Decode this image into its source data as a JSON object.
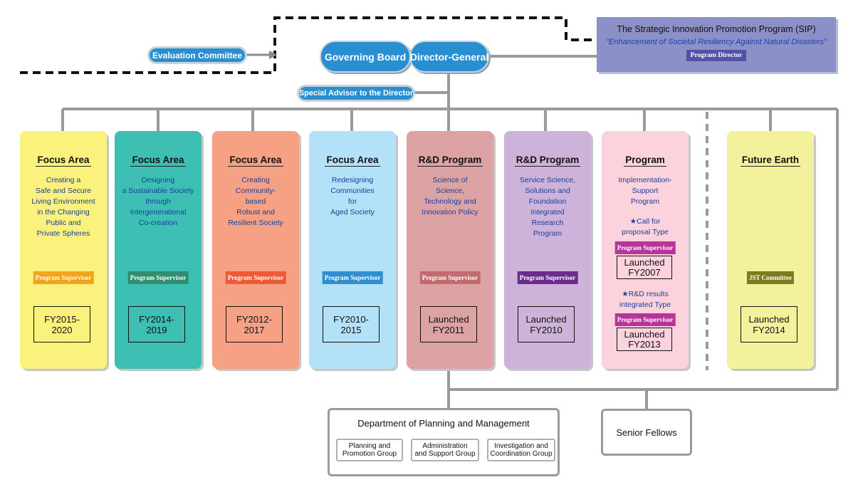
{
  "nodes": {
    "governing_board": "Governing Board",
    "director_general": "Director-General",
    "evaluation_committee": "Evaluation Committee",
    "special_advisor": "Special Advisor to the Director"
  },
  "sip": {
    "title": "The Strategic Innovation Promotion Program (SIP)",
    "subtitle": "“Enhancement of Societal Resiliency Against Natural Disasters”",
    "badge": "Program Director"
  },
  "cards": [
    {
      "title": "Focus Area",
      "desc": "Creating a\nSafe and Secure\nLiving Environment\nin the Changing\nPublic and\nPrivate Spheres",
      "badge": "Program Supervisor",
      "fy": "FY2015-\n2020",
      "bg": "#fbf27e",
      "badge_color": "#f5a21d"
    },
    {
      "title": "Focus Area",
      "desc": "Designing\na Sustainable Society\nthrough\nIntergenerational\nCo-creation",
      "badge": "Program Supervisor",
      "fy": "FY2014-\n2019",
      "bg": "#3ebfb4",
      "badge_color": "#2f8e6e"
    },
    {
      "title": "Focus Area",
      "desc": "Creating\nCommunity-\nbased\nRobust and\nResilient Society",
      "badge": "Program Supervisor",
      "fy": "FY2012-\n2017",
      "bg": "#f6a183",
      "badge_color": "#ee5a35"
    },
    {
      "title": "Focus Area",
      "desc": "Redesigning\nCommunities\nfor\nAged Society",
      "badge": "Program Supervisor",
      "fy": "FY2010-\n2015",
      "bg": "#b3e1f8",
      "badge_color": "#2f8fd0"
    },
    {
      "title": "R&D Program",
      "desc": "Science of\nScience,\nTechnology and\nInnovation Policy",
      "badge": "Program Supervisor",
      "fy": "Launched\nFY2011",
      "bg": "#dca2a4",
      "badge_color": "#c26a6e"
    },
    {
      "title": "R&D Program",
      "desc": "Service Science,\nSolutions and\nFoundation\nIntegrated\nResearch\nProgram",
      "badge": "Program Supervisor",
      "fy": "Launched\nFY2010",
      "bg": "#cdb2da",
      "badge_color": "#6b2c8e"
    },
    {
      "title": "Program",
      "desc": "Implementation-\nSupport\nProgram",
      "badge": "",
      "fy": "",
      "bg": "#fcd3dc",
      "badge_color": "#b53599"
    },
    {
      "title": "Future Earth",
      "desc": "",
      "badge": "JST Committee",
      "fy": "Launched\nFY2014",
      "bg": "#f4f19c",
      "badge_color": "#7d7a1f"
    }
  ],
  "program_card": {
    "call_type": "★Call for\nproposal Type",
    "call_badge": "Program Supervisor",
    "call_fy": "Launched\nFY2007",
    "rd_type": "★R&D results\nintegrated Type",
    "rd_badge": "Program Supervisor",
    "rd_fy": "Launched\nFY2013"
  },
  "department": {
    "title": "Department of Planning and Management",
    "groups": [
      "Planning and\nPromotion Group",
      "Administration\nand Support Group",
      "Investigation and\nCoordination Group"
    ]
  },
  "senior_fellows": "Senior Fellows"
}
